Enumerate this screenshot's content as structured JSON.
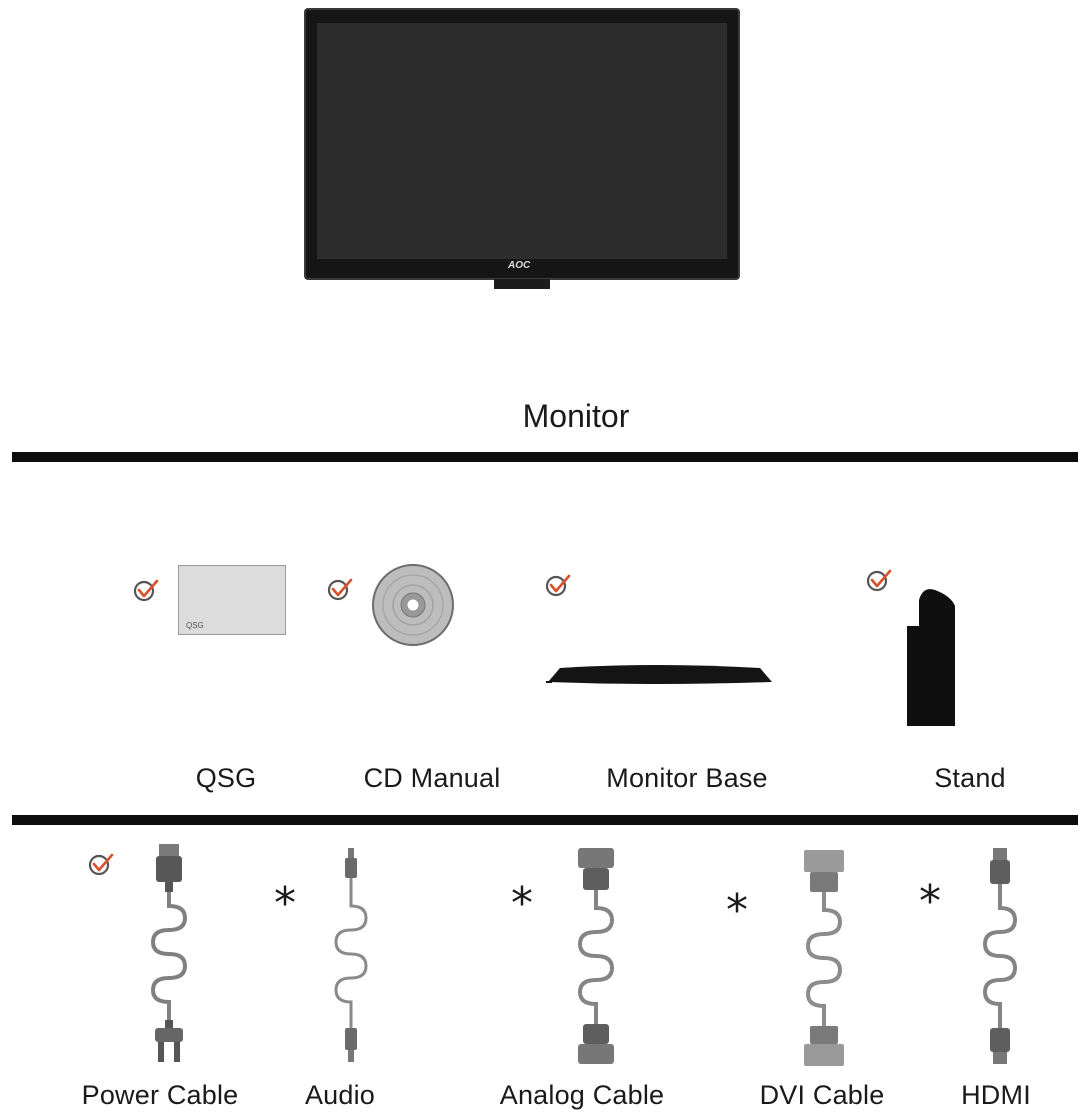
{
  "monitor": {
    "brand": "AOC",
    "caption": "Monitor"
  },
  "accessories": [
    {
      "label": "QSG",
      "card_text": "QSG",
      "included": true
    },
    {
      "label": "CD Manual",
      "included": true
    },
    {
      "label": "Monitor Base",
      "included": true
    },
    {
      "label": "Stand",
      "included": true
    }
  ],
  "cables": [
    {
      "label": "Power Cable",
      "marker": "check"
    },
    {
      "label": "Audio",
      "marker": "*"
    },
    {
      "label": "Analog Cable",
      "marker": "*"
    },
    {
      "label": "DVI Cable",
      "marker": "*"
    },
    {
      "label": "HDMI",
      "marker": "*"
    }
  ],
  "colors": {
    "check": "#d9502a",
    "rule": "#0d0d0d"
  }
}
